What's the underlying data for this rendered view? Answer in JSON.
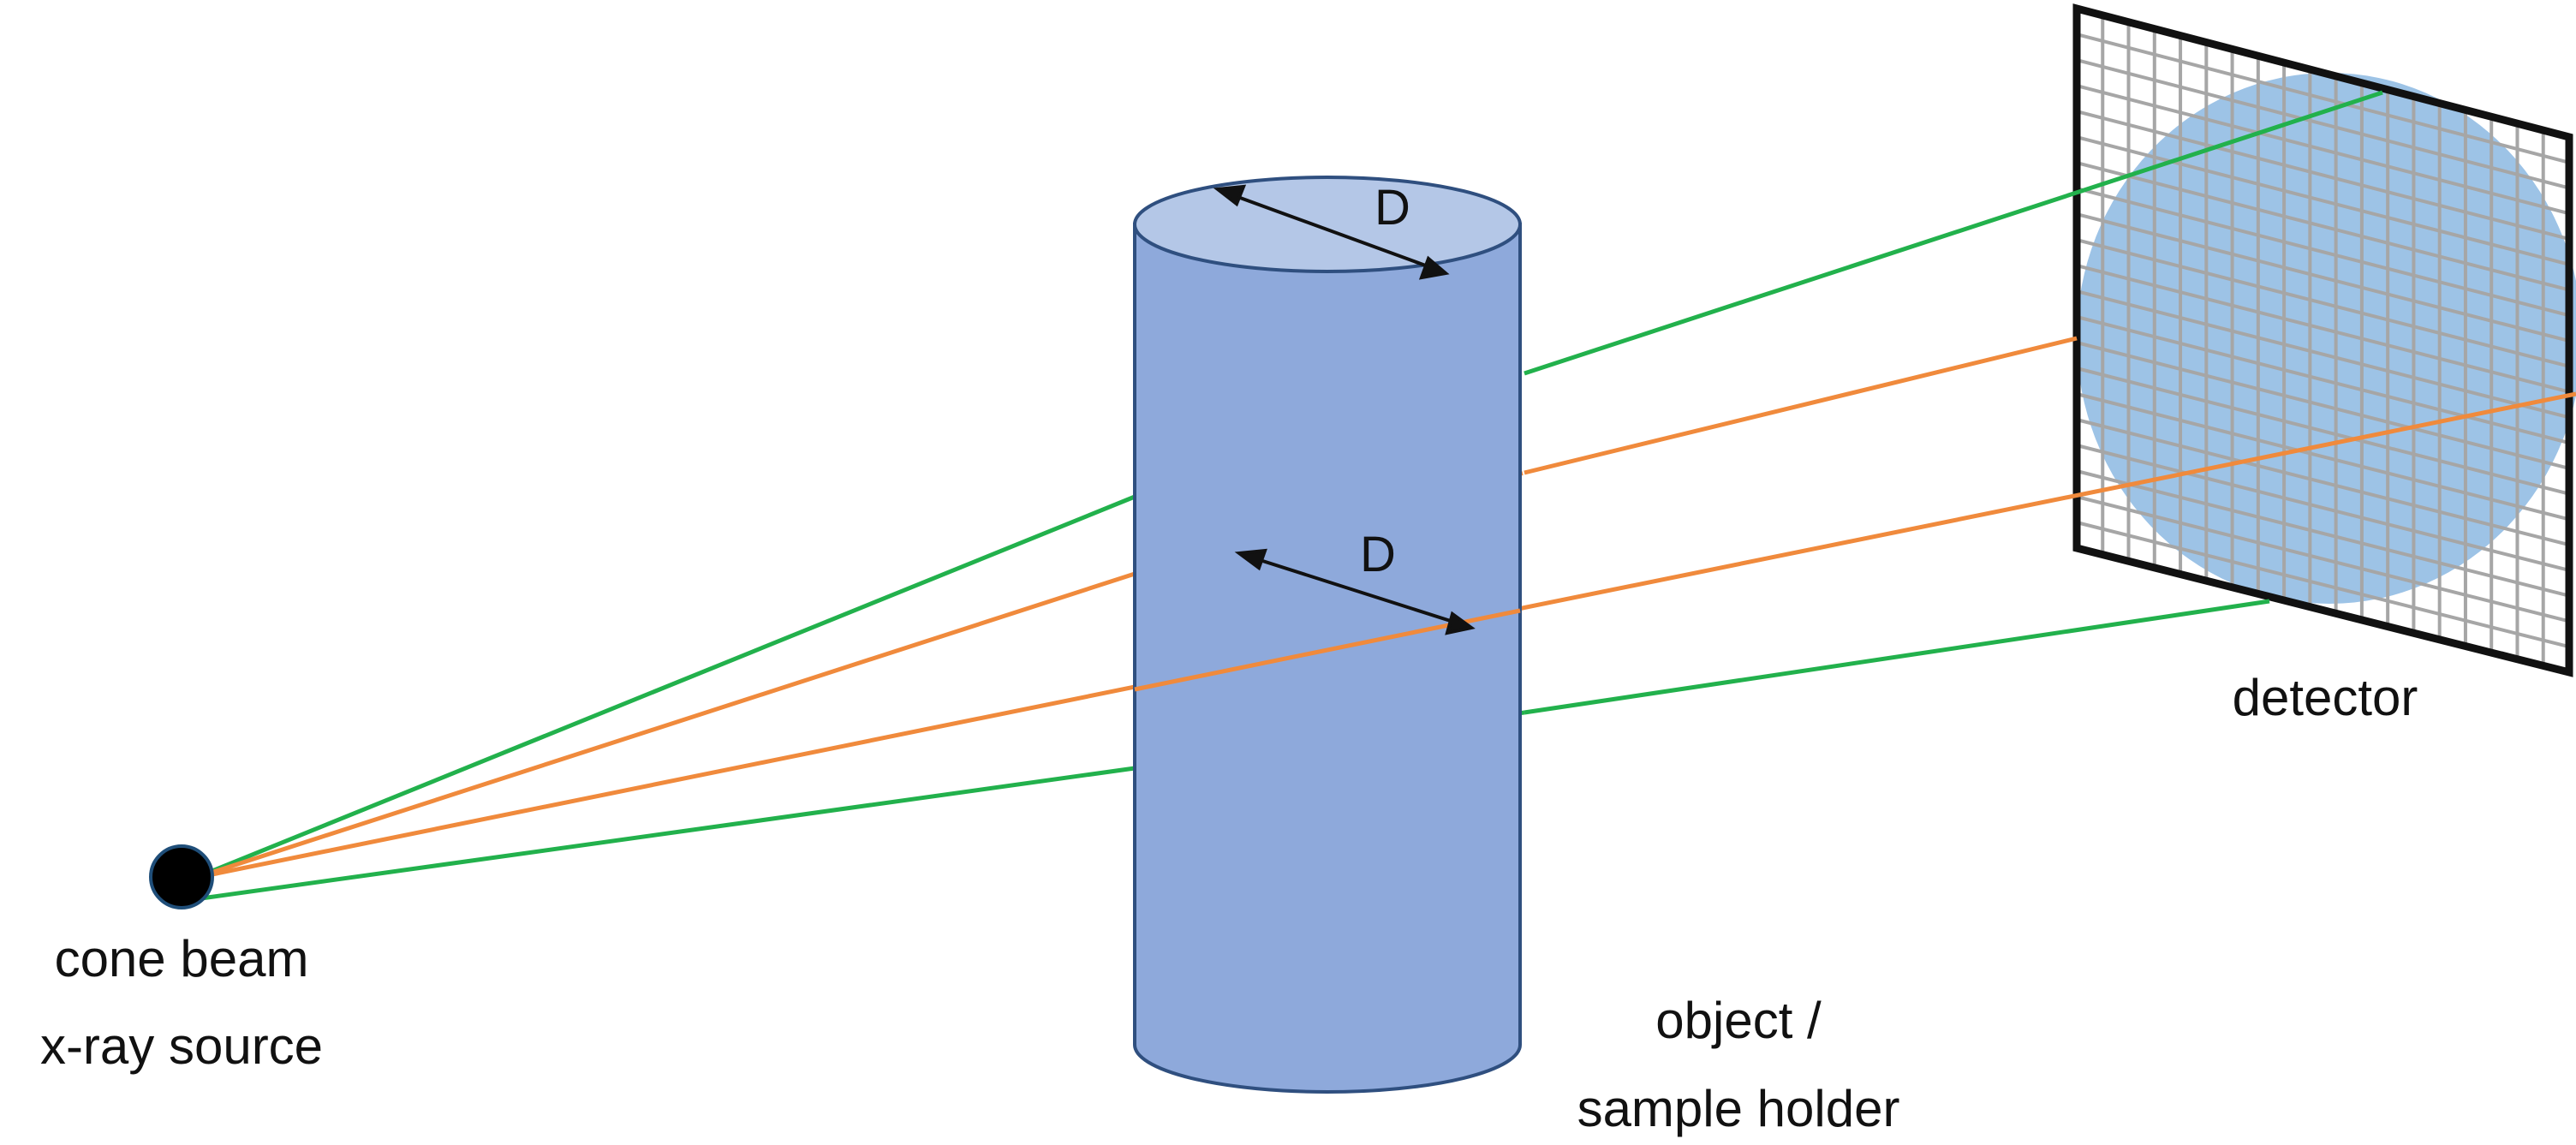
{
  "labels": {
    "diameter_top": "D",
    "diameter_inner": "D",
    "source_line1": "cone beam",
    "source_line2": "x-ray source",
    "object_line1": "object /",
    "object_line2": "sample holder",
    "detector": "detector"
  },
  "colors": {
    "cylinder_body": "#8ea9db",
    "cylinder_top": "#b4c7e7",
    "beam_outer": "#22b14c",
    "beam_inner": "#f08a3c",
    "detector_disc": "#9dc3e6",
    "detector_grid": "#a6a6a6",
    "detector_frame": "#111111",
    "source": "#000000"
  }
}
